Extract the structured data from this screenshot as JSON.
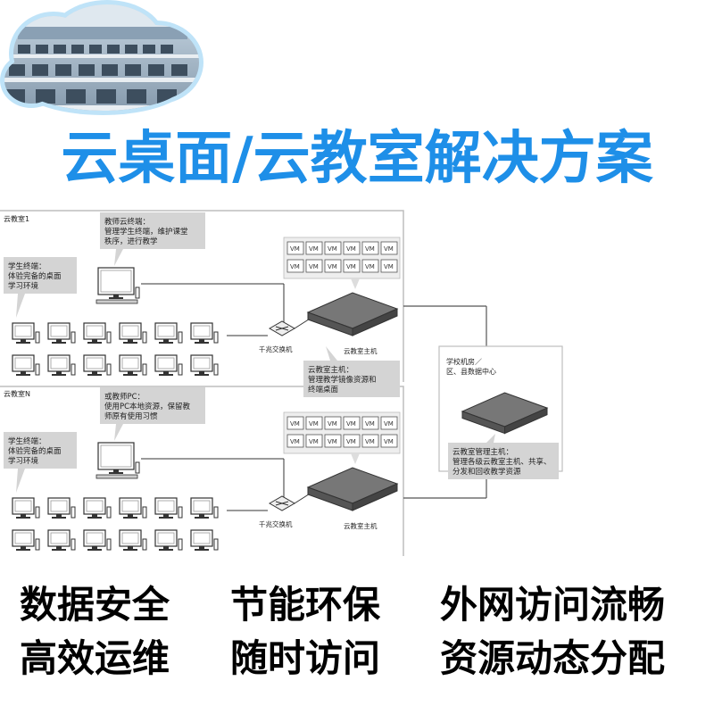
{
  "title": "云桌面/云教室解决方案",
  "diagram": {
    "room1": {
      "label": "云教室1",
      "teacher_note": [
        "教师云终端：",
        "管理学生终端，维护课堂",
        "秩序，进行教学"
      ],
      "student_note": [
        "学生终端：",
        "体验完备的桌面",
        "学习环境"
      ],
      "switch_label": "千兆交换机",
      "host_label": "云教室主机",
      "host_note": [
        "云教室主机：",
        "管理教学镜像资源和",
        "终端桌面"
      ],
      "vm_label": "VM"
    },
    "roomN": {
      "label": "云教室N",
      "teacher_note": [
        "或教师PC：",
        "使用PC本地资源，保留教",
        "师原有使用习惯"
      ],
      "student_note": [
        "学生终端：",
        "体验完备的桌面",
        "学习环境"
      ],
      "switch_label": "千兆交换机",
      "host_label": "云教室主机",
      "vm_label": "VM"
    },
    "datacenter": {
      "label": [
        "学校机房／",
        "区、县数据中心"
      ],
      "note": [
        "云教室管理主机：",
        "管理各级云教室主机、共享、",
        "分发和回收教学资源"
      ]
    }
  },
  "features": [
    [
      "数据安全",
      "节能环保",
      "外网访问流畅"
    ],
    [
      "高效运维",
      "随时访问",
      "资源动态分配"
    ]
  ]
}
